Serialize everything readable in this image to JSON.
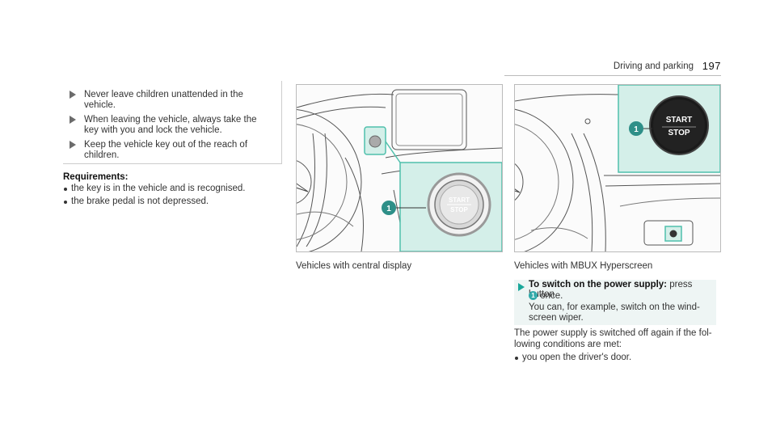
{
  "header": {
    "section": "Driving and parking",
    "page_number": "197"
  },
  "warning": {
    "items": [
      {
        "line1": "Never leave children unattended in the",
        "line2": "vehicle."
      },
      {
        "line1": "When leaving the vehicle, always take the",
        "line2": "key with you and lock the vehicle."
      },
      {
        "line1": "Keep the vehicle key out of the reach of",
        "line2": "children."
      }
    ]
  },
  "requirements": {
    "title": "Requirements:",
    "items": [
      "the key is in the vehicle and is recognised.",
      "the brake pedal is not depressed."
    ]
  },
  "figure1": {
    "caption": "Vehicles with central display",
    "callout": "1",
    "button_top": "START",
    "button_bottom": "STOP"
  },
  "figure2": {
    "caption": "Vehicles with MBUX Hyperscreen",
    "callout": "1",
    "button_top": "START",
    "button_bottom": "STOP"
  },
  "step": {
    "title": "To switch on the power supply:",
    "action": "press button",
    "callout": "1",
    "once": "once.",
    "note1": "You can, for example, switch on the wind-",
    "note2": "screen wiper."
  },
  "paragraph": {
    "line1": "The power supply is switched off again if the fol-",
    "line2": "lowing conditions are met:"
  },
  "conditions": [
    "you open the driver's door."
  ],
  "colors": {
    "accent": "#1aa79a",
    "highlight": "#d4efe9",
    "highlight_border": "#4fc0ac"
  }
}
